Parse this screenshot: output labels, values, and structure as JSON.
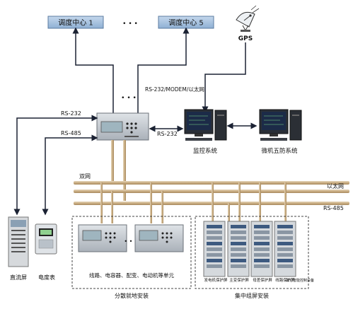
{
  "dispatch": {
    "center1": "调度中心 1",
    "center5": "调度中心 5",
    "ellipsis_top": "• • •",
    "ellipsis_mid": "• • •"
  },
  "gps": {
    "label": "GPS"
  },
  "links": {
    "rs232_modem_eth": "RS-232/MODEM/以太网",
    "rs232_left": "RS-232",
    "rs485_left": "RS-485",
    "rs232_right": "RS-232"
  },
  "stations": {
    "monitor": "监控系统",
    "microprotect": "微机五防系统"
  },
  "buses": {
    "dual_net": "双网",
    "ethernet": "以太网",
    "rs485": "RS-485"
  },
  "left_devices": {
    "dc_panel": "直流屏",
    "energy_meter": "电度表"
  },
  "distributed": {
    "units_caption": "线路、电容器、配变、电动机等单元",
    "group_caption": "分散就地安装",
    "ellipsis": "• • •"
  },
  "centralized": {
    "cab1": "发电机保护屏",
    "cab2": "主变保护屏",
    "cab3": "母差保护屏",
    "cab4": "线路保护屏",
    "cab5": "其它智能控制设备",
    "group_caption": "集中组屏安装"
  },
  "colors": {
    "line_dark": "#1b2233",
    "dispatch_fill": "#a9c2de",
    "bus_pipe": "#c9b08a",
    "device_body": "#c8cdd3",
    "screen": "#1c2b48"
  }
}
